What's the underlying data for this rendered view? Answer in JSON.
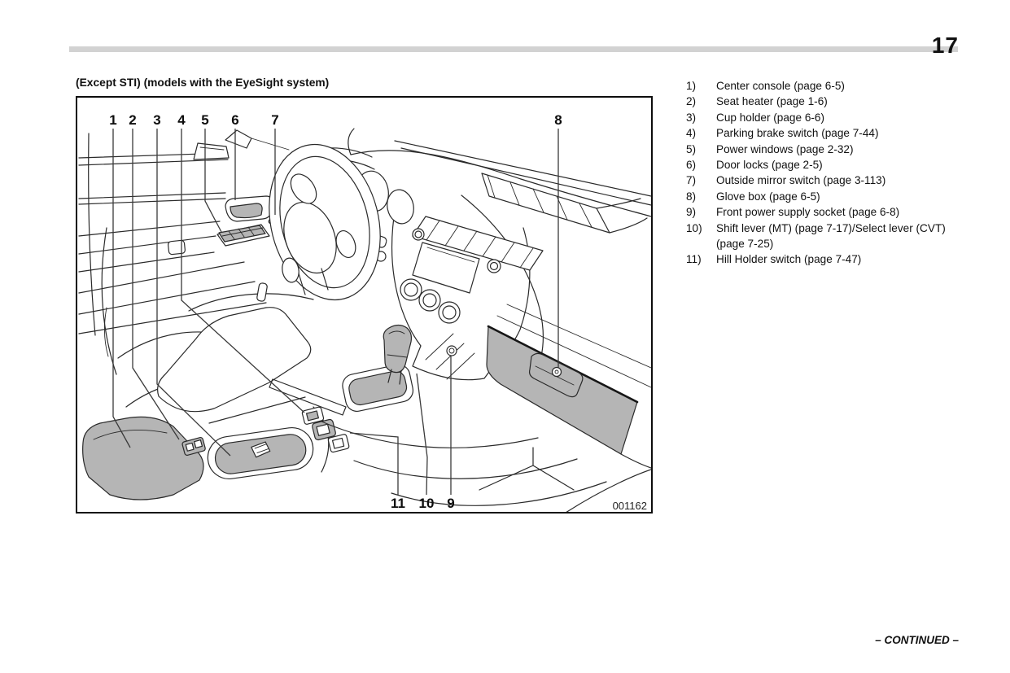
{
  "page": {
    "number": "17",
    "continued": "– CONTINUED –"
  },
  "figure": {
    "caption": "(Except STI) (models with the EyeSight system)",
    "code": "001162",
    "top_callouts": [
      "1",
      "2",
      "3",
      "4",
      "5",
      "6",
      "7",
      "8"
    ],
    "bottom_callouts": [
      "11",
      "10",
      "9"
    ]
  },
  "legend": {
    "items": [
      {
        "num": "1)",
        "text": "Center console (page 6-5)"
      },
      {
        "num": "2)",
        "text": "Seat heater (page 1-6)"
      },
      {
        "num": "3)",
        "text": "Cup holder (page 6-6)"
      },
      {
        "num": "4)",
        "text": "Parking brake switch (page 7-44)"
      },
      {
        "num": "5)",
        "text": "Power windows (page 2-32)"
      },
      {
        "num": "6)",
        "text": "Door locks (page 2-5)"
      },
      {
        "num": "7)",
        "text": "Outside mirror switch (page 3-113)"
      },
      {
        "num": "8)",
        "text": "Glove box (page 6-5)"
      },
      {
        "num": "9)",
        "text": "Front power supply socket (page 6-8)"
      },
      {
        "num": "10)",
        "text": "Shift lever (MT) (page 7-17)/Select lever (CVT) (page 7-25)"
      },
      {
        "num": "11)",
        "text": "Hill Holder switch (page 7-47)"
      }
    ]
  },
  "colors": {
    "shade": "#b5b5b5",
    "rule": "#d2d2d2",
    "line": "#2a2a2a",
    "ink": "#111111"
  }
}
